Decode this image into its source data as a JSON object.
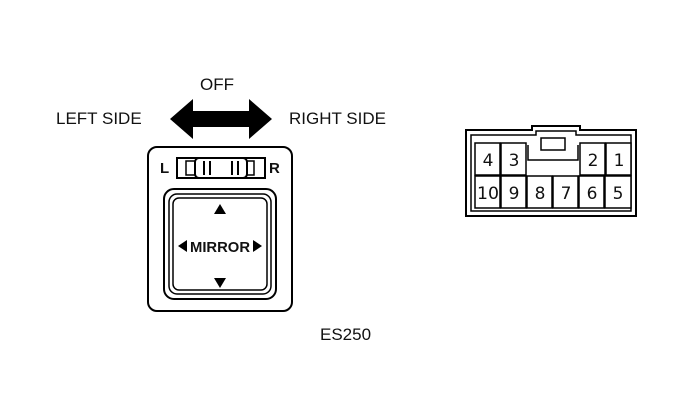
{
  "labels": {
    "off": "OFF",
    "left_side": "LEFT SIDE",
    "right_side": "RIGHT SIDE",
    "figure_code": "ES250"
  },
  "switch": {
    "left_marker": "L",
    "right_marker": "R",
    "pad_label": "MIRROR"
  },
  "connector": {
    "top_row": [
      "4",
      "3",
      "2",
      "1"
    ],
    "bottom_row": [
      "10",
      "9",
      "8",
      "7",
      "6",
      "5"
    ]
  }
}
